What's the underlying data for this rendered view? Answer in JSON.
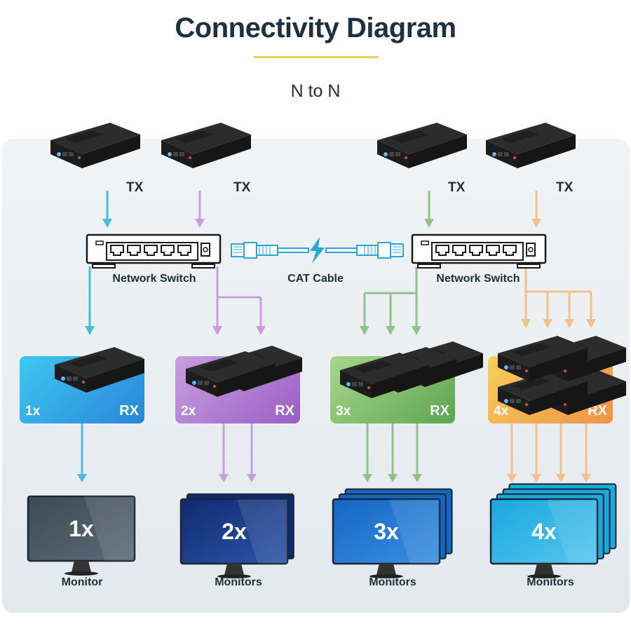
{
  "header": {
    "title": "Connectivity Diagram",
    "subtitle": "N to N"
  },
  "colors": {
    "blue": "#4bbbe0",
    "purple": "#c6a0dc",
    "green": "#94c08a",
    "orange": "#f3c08c",
    "accent_rule": "#ebc95a",
    "cable": "#2aa6dc"
  },
  "transmitters": [
    {
      "label": "TX",
      "color_key": "blue"
    },
    {
      "label": "TX",
      "color_key": "purple"
    },
    {
      "label": "TX",
      "color_key": "green"
    },
    {
      "label": "TX",
      "color_key": "orange"
    }
  ],
  "switches": [
    {
      "label": "Network Switch"
    },
    {
      "label": "Network Switch"
    }
  ],
  "cable": {
    "label": "CAT Cable"
  },
  "receivers": [
    {
      "count": "1x",
      "tag": "RX",
      "units": 1
    },
    {
      "count": "2x",
      "tag": "RX",
      "units": 2
    },
    {
      "count": "3x",
      "tag": "RX",
      "units": 3
    },
    {
      "count": "4x",
      "tag": "RX",
      "units": 4
    }
  ],
  "monitors": [
    {
      "screen_text": "1x",
      "label": "Monitor",
      "units": 1
    },
    {
      "screen_text": "2x",
      "label": "Monitors",
      "units": 2
    },
    {
      "screen_text": "3x",
      "label": "Monitors",
      "units": 3
    },
    {
      "screen_text": "4x",
      "label": "Monitors",
      "units": 4
    }
  ]
}
